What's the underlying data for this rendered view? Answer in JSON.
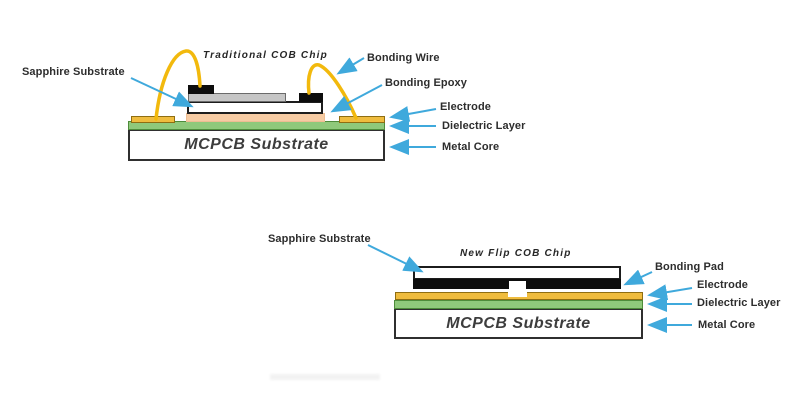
{
  "colors": {
    "arrow_cyan": "#3FA9DC",
    "wire_yellow": "#F2B90D",
    "electrode_yellow": "#EFBC3E",
    "dielectric_green": "#8FC97B",
    "epoxy_peach": "#F6CBA3",
    "chip_gray": "#C6C6C6",
    "pad_black": "#0d0d0d"
  },
  "diagram_traditional": {
    "title": "Traditional COB Chip",
    "substrate_text": "MCPCB Substrate",
    "labels": {
      "sapphire_substrate": "Sapphire Substrate",
      "bonding_wire": "Bonding Wire",
      "bonding_epoxy": "Bonding Epoxy",
      "electrode": "Electrode",
      "dielectric_layer": "Dielectric Layer",
      "metal_core": "Metal Core"
    }
  },
  "diagram_flip": {
    "title": "New Flip COB Chip",
    "substrate_text": "MCPCB Substrate",
    "labels": {
      "sapphire_substrate": "Sapphire Substrate",
      "bonding_pad": "Bonding Pad",
      "electrode": "Electrode",
      "dielectric_layer": "Dielectric Layer",
      "metal_core": "Metal Core"
    }
  }
}
